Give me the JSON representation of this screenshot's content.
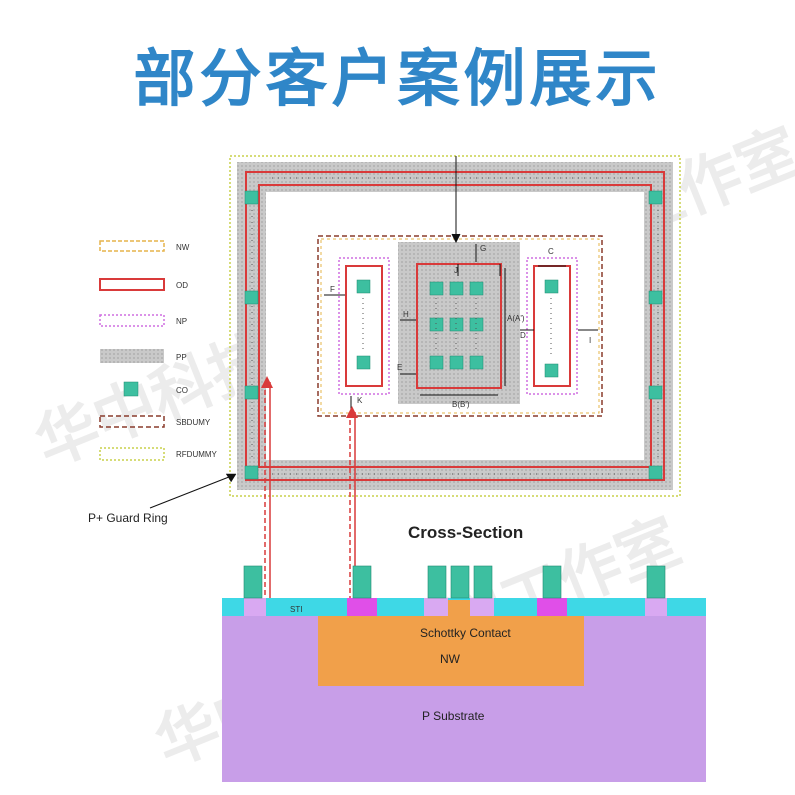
{
  "title": "部分客户案例展示",
  "watermark": [
    "华中科技大学工作室",
    "华中科技大学工作室",
    "华中科技大学工作室"
  ],
  "legend": [
    {
      "label": "NW",
      "style": "nw"
    },
    {
      "label": "OD",
      "style": "od"
    },
    {
      "label": "NP",
      "style": "np"
    },
    {
      "label": "PP",
      "style": "pp"
    },
    {
      "label": "CO",
      "style": "co"
    },
    {
      "label": "SBDUMY",
      "style": "sbdumy"
    },
    {
      "label": "RFDUMMY",
      "style": "rfdummy"
    }
  ],
  "dimension_labels": {
    "A": "A(A')",
    "B": "B(B')",
    "C": "C",
    "D": "D",
    "E": "E",
    "F": "F",
    "G": "G",
    "H": "H",
    "I": "I",
    "J": "J",
    "K": "K"
  },
  "guard_ring_label": "P+ Guard Ring",
  "cross_section_title": "Cross-Section",
  "cross_section": {
    "sti_label": "STI",
    "schottky_label": "Schottky Contact",
    "nw_label": "NW",
    "substrate_label": "P Substrate"
  },
  "colors": {
    "title": "#2f86c8",
    "nw": "#e6b44a",
    "od": "#d93a3a",
    "np": "#cf6ee0",
    "pp": "#bdbdbd",
    "co": "#3dbfa0",
    "sbdumy": "#8a3b2c",
    "rfdummy": "#c9d14b",
    "sti": "#3ed8e6",
    "nw_fill": "#f1a04a",
    "substrate": "#c89ee8",
    "np_fill": "#e04fe8",
    "pp_fill": "#d9a9f2"
  }
}
